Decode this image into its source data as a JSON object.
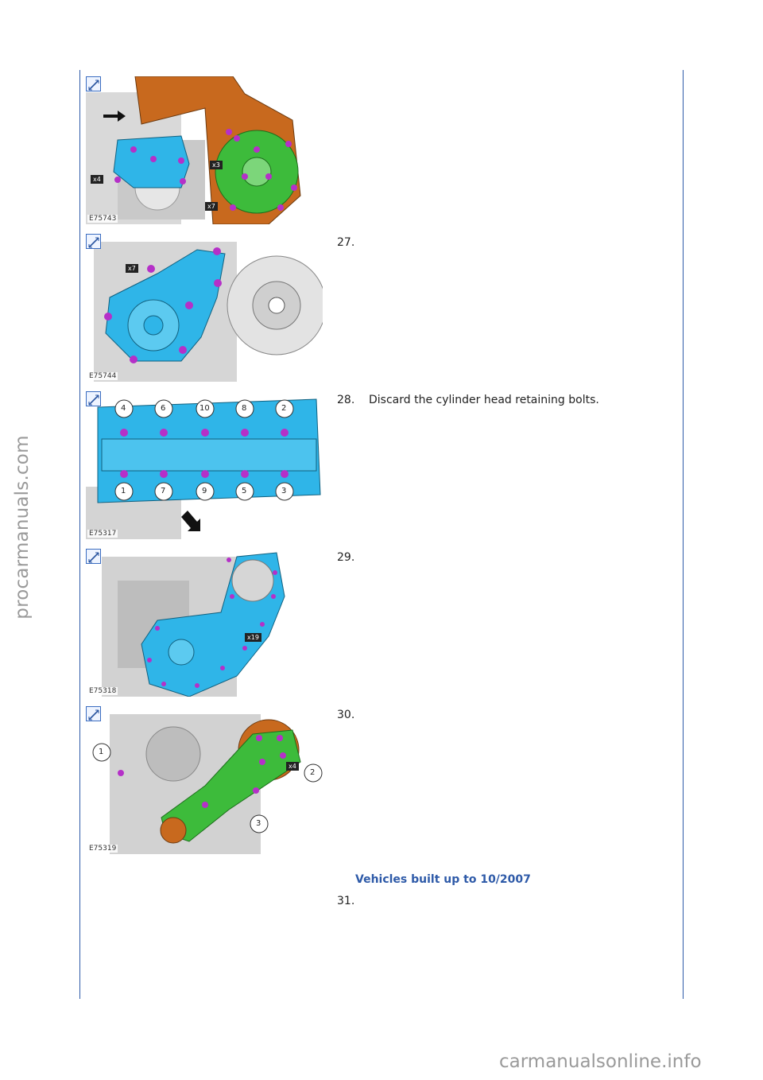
{
  "watermarks": {
    "side": "procarmanuals.com",
    "bottom": "carmanualsonline.info"
  },
  "figures": [
    {
      "id": "E75743",
      "callouts": [
        "x4",
        "x3",
        "x7"
      ]
    },
    {
      "id": "E75744",
      "callouts": [
        "x7"
      ]
    },
    {
      "id": "E75317",
      "callouts": [
        "4",
        "6",
        "10",
        "8",
        "2",
        "1",
        "7",
        "9",
        "5",
        "3"
      ]
    },
    {
      "id": "E75318",
      "callouts": [
        "x19"
      ]
    },
    {
      "id": "E75319",
      "callouts": [
        "1",
        "2",
        "3",
        "x4"
      ]
    }
  ],
  "steps": [
    {
      "number": "27.",
      "text": ""
    },
    {
      "number": "28.",
      "text": "Discard the cylinder head retaining bolts."
    },
    {
      "number": "29.",
      "text": ""
    },
    {
      "number": "30.",
      "text": ""
    },
    {
      "number": "31.",
      "text": ""
    }
  ],
  "subheading": "Vehicles built up to 10/2007",
  "colors": {
    "rule": "#2e5aa8",
    "subheading": "#2e5aa8",
    "part_orange": "#c8691e",
    "part_cyan": "#2fb5e8",
    "part_green": "#3dbb3b",
    "bolt_magenta": "#b530c8"
  }
}
